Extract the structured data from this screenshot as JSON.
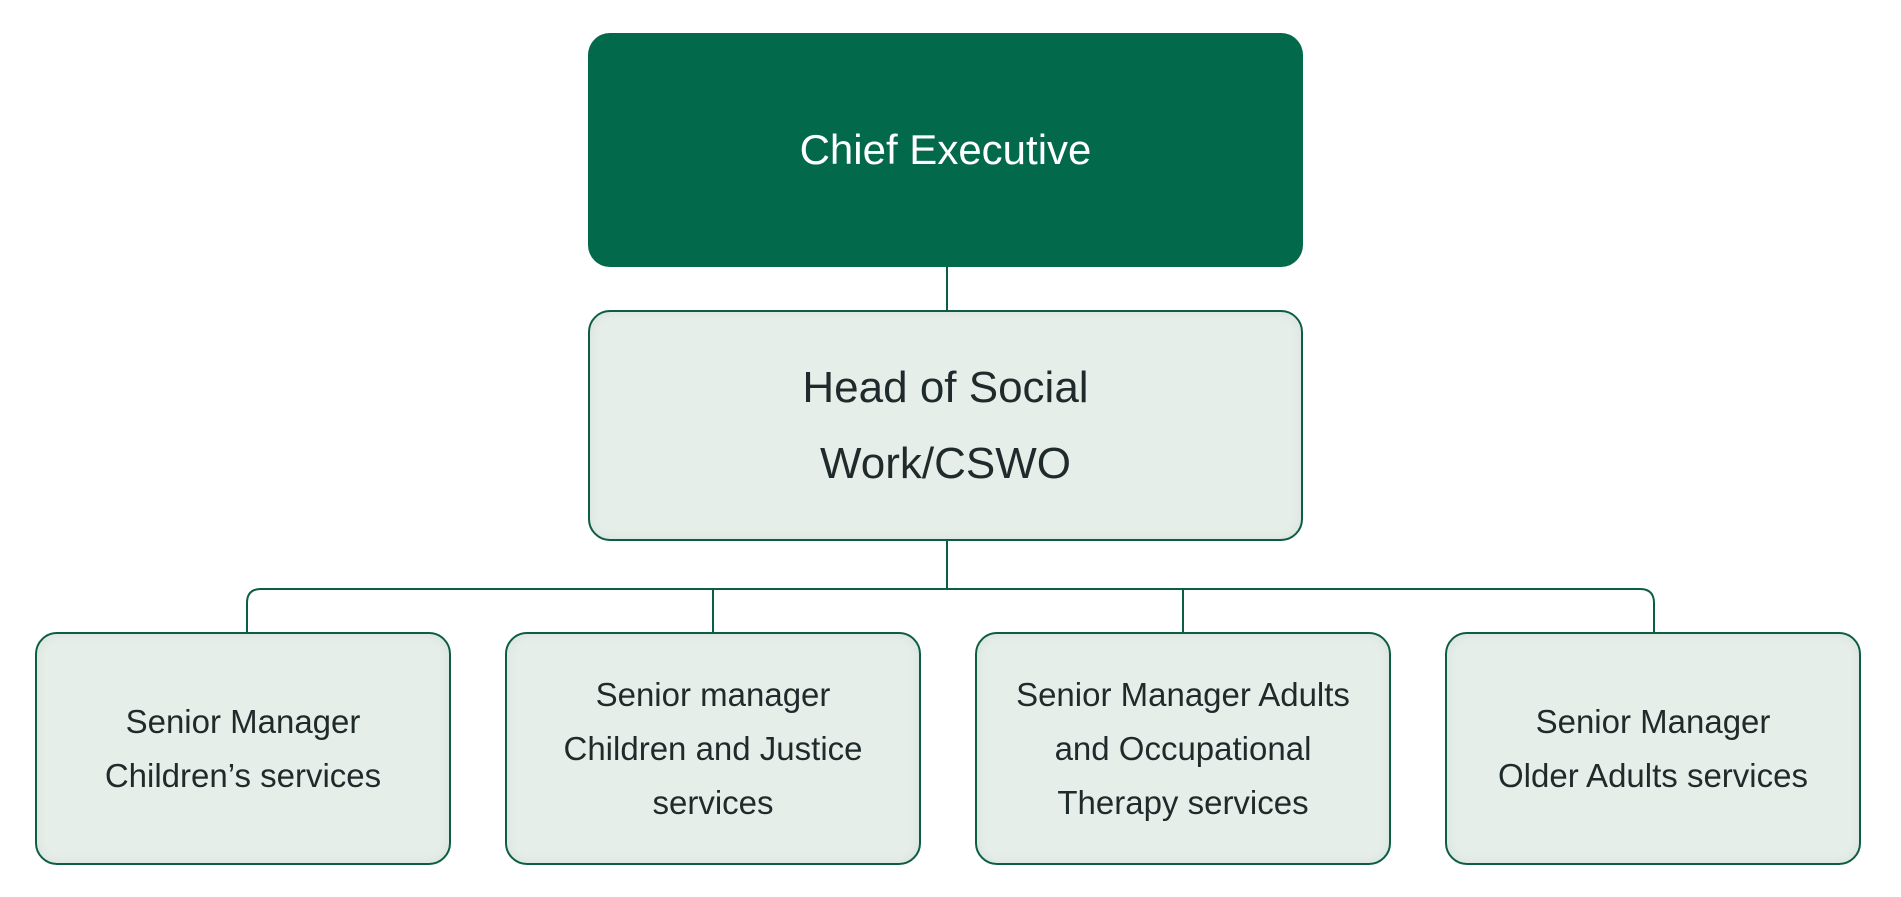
{
  "chart": {
    "chief": "Chief Executive",
    "head": "Head of Social\nWork/CSWO",
    "managers": [
      "Senior Manager\nChildren’s services",
      "Senior manager\nChildren and Justice\nservices",
      "Senior Manager Adults\nand Occupational\nTherapy services",
      "Senior Manager\nOlder Adults services"
    ]
  },
  "colors": {
    "primary": "#02694a",
    "fill": "#e6eeea",
    "border": "#0b5e43",
    "text": "#1f2a2a"
  }
}
